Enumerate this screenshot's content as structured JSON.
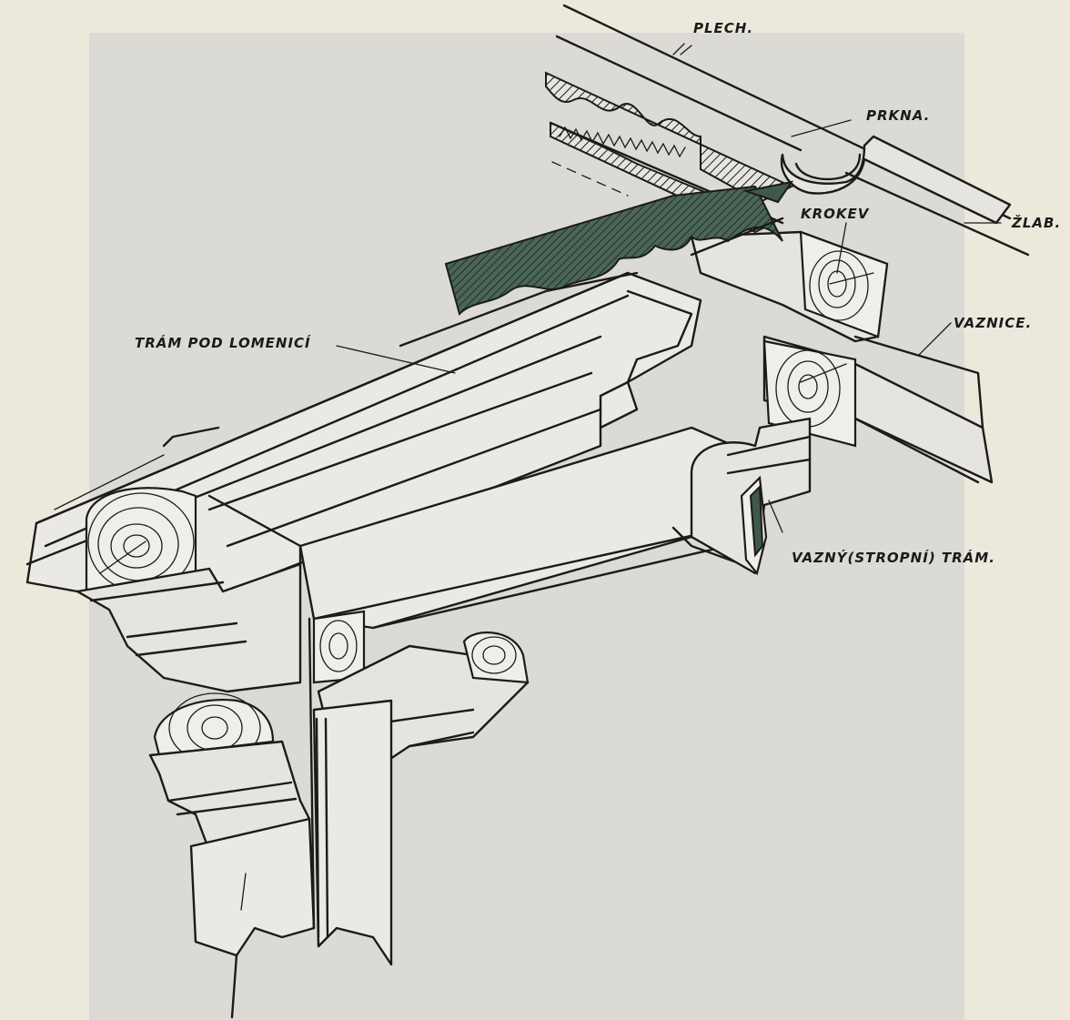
{
  "labels": {
    "plech": "PLECH.",
    "prkna": "PRKNA.",
    "zlab": "ŽLAB.",
    "krokev": "KROKEV",
    "vaznice": "VAZNICE.",
    "tram_pod_lomenici": "TRÁM POD LOMENICÍ",
    "vazny_tram": "VAZNÝ(STROPNÍ) TRÁM."
  },
  "colors": {
    "paper": "#ece8dc",
    "panel": "#dcdad4",
    "ink": "#1b1b1b",
    "green_section": "#3f5a4a"
  }
}
